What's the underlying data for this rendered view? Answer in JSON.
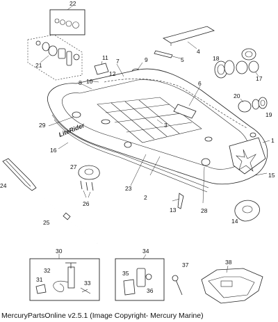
{
  "caption": "MercuryPartsOnline v2.5.1 (Image Copyright- Mercury Marine)",
  "brand_text": "LiteRider",
  "labels": {
    "l1": "1",
    "l2": "2",
    "l3": "3",
    "l4": "4",
    "l5": "5",
    "l6": "6",
    "l7": "7",
    "l8": "8",
    "l9": "9",
    "l10": "10",
    "l11": "11",
    "l12": "12",
    "l13": "13",
    "l14": "14",
    "l15": "15",
    "l16": "16",
    "l17": "17",
    "l18": "18",
    "l19": "19",
    "l20": "20",
    "l21": "21",
    "l22": "22",
    "l23": "23",
    "l24": "24",
    "l25": "25",
    "l26": "26",
    "l27": "27",
    "l28": "28",
    "l29": "29",
    "l30": "30",
    "l31": "31",
    "l32": "32",
    "l33": "33",
    "l34": "34",
    "l35": "35",
    "l36": "36",
    "l37": "37",
    "l38": "38"
  }
}
